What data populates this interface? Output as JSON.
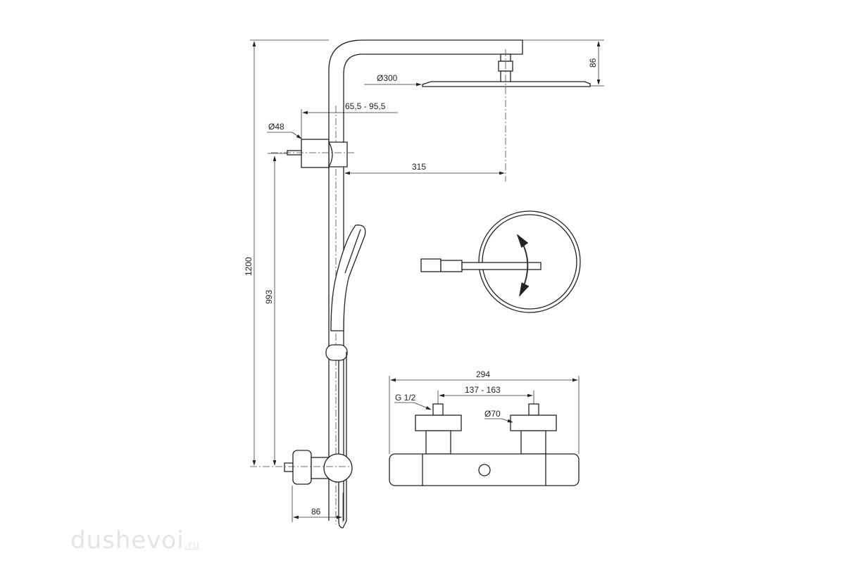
{
  "dimensions": {
    "total_height": "1200",
    "valve_height": "993",
    "head_height": "86",
    "head_diameter": "Ø300",
    "bracket_range": "65,5 - 95,5",
    "bracket_diameter": "Ø48",
    "arm_reach": "315",
    "valve_depth": "86",
    "mixer_width": "294",
    "mixer_centers": "137 - 163",
    "thread": "G 1/2",
    "knob_diameter": "Ø70"
  },
  "watermark": {
    "brand": "dushevoi",
    "tld": ".ru"
  }
}
